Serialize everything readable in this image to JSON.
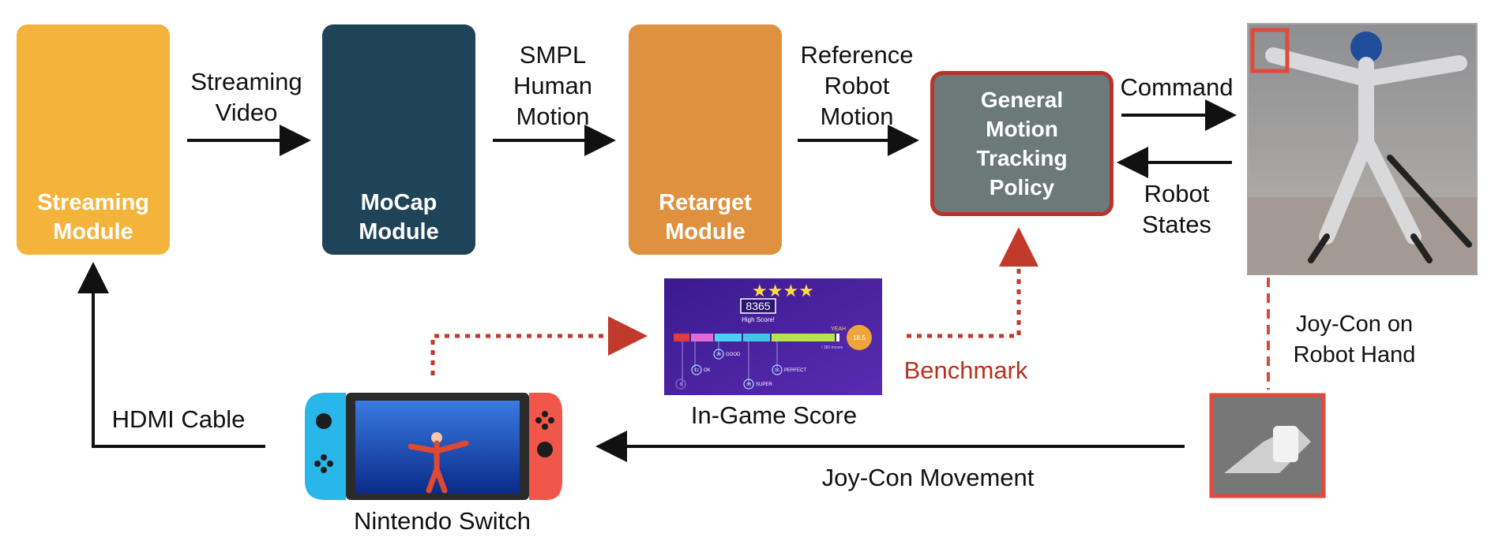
{
  "modules": {
    "streaming": {
      "line1": "Streaming",
      "line2": "Module",
      "color": "#f4b43c"
    },
    "mocap": {
      "line1": "MoCap",
      "line2": "Module",
      "color": "#1f4357"
    },
    "retarget": {
      "line1": "Retarget",
      "line2": "Module",
      "color": "#e0913f"
    }
  },
  "policy": {
    "line1": "General",
    "line2": "Motion",
    "line3": "Tracking",
    "line4": "Policy",
    "fill": "#6b7a78",
    "border": "#b8332a"
  },
  "edges": {
    "streaming_video": {
      "line1": "Streaming",
      "line2": "Video"
    },
    "smpl": {
      "line1": "SMPL",
      "line2": "Human",
      "line3": "Motion"
    },
    "reference": {
      "line1": "Reference",
      "line2": "Robot",
      "line3": "Motion"
    },
    "command": "Command",
    "robot_states": {
      "line1": "Robot",
      "line2": "States"
    },
    "hdmi": "HDMI Cable",
    "joycon_movement": "Joy-Con Movement",
    "benchmark": "Benchmark",
    "joycon_hand": {
      "line1": "Joy-Con on",
      "line2": "Robot Hand"
    }
  },
  "captions": {
    "in_game_score": "In-Game Score",
    "switch": "Nintendo Switch"
  },
  "score_screen": {
    "score": "8365",
    "subtitle": "High Score!",
    "yeah": "YEAH",
    "badge": "18.5",
    "moves": "/ 180 moves",
    "good": "GOOD",
    "ok": "OK",
    "perfect": "PERFECT",
    "super": "SUPER",
    "n_good": "28",
    "n_ok": "12",
    "n_perfect": "56",
    "n_super": "38",
    "n_x": "8"
  },
  "colors": {
    "arrow": "#111111",
    "accent_red": "#c0392b",
    "switch_left": "#29b6e8",
    "switch_right": "#f0574a"
  }
}
